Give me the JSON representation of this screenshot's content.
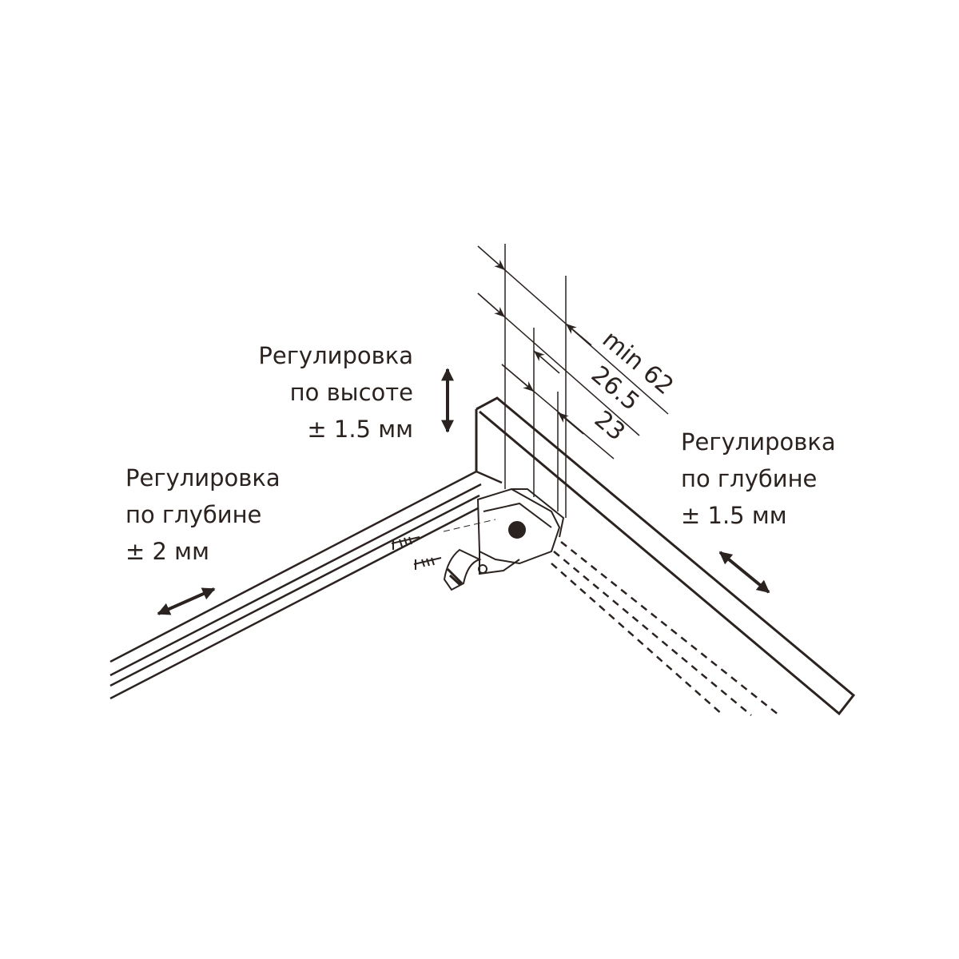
{
  "labels": {
    "height_adjust": {
      "line1": "Регулировка",
      "line2": "по высоте",
      "line3": "± 1.5 мм"
    },
    "depth_adjust_left": {
      "line1": "Регулировка",
      "line2": "по глубине",
      "line3": "± 2 мм"
    },
    "depth_adjust_right": {
      "line1": "Регулировка",
      "line2": "по глубине",
      "line3": "± 1.5 мм"
    }
  },
  "dimensions": {
    "min": "min 62",
    "mid": "26.5",
    "small": "23"
  },
  "colors": {
    "ink": "#2b2320"
  }
}
